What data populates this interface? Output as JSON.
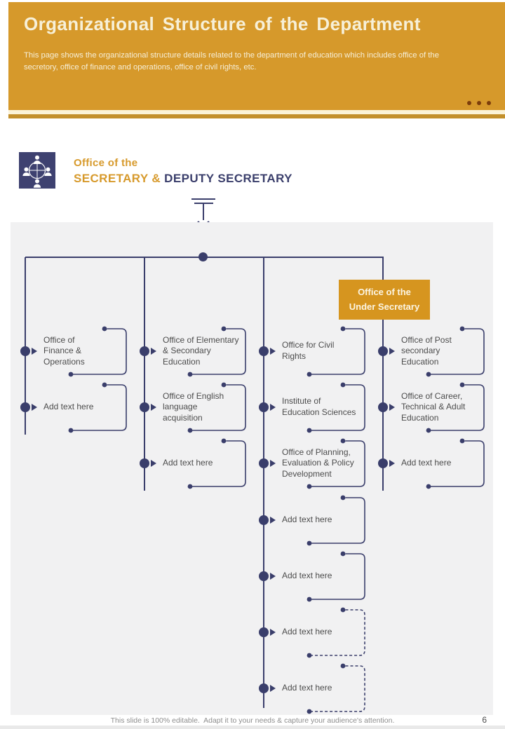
{
  "slide": {
    "header": {
      "title": "Organizational Structure of the Department",
      "subtitle": "This page shows the organizational structure details related to the department of education which includes office of the\nsecretory, office of finance and operations, office of civil rights, etc."
    },
    "branding": {
      "pre_title": "Office of the",
      "title_accent": "SECRETARY & ",
      "title_main": "DEPUTY SECRETARY",
      "logo_icon": "org-people-network-icon"
    },
    "under_secretary": {
      "label": "Office of the\nUnder Secretary"
    },
    "columns": [
      {
        "entries": [
          {
            "label": "Office of\nFinance &\nOperations"
          },
          {
            "label": "Add text here"
          }
        ]
      },
      {
        "entries": [
          {
            "label": "Office of Elementary\n& Secondary\nEducation"
          },
          {
            "label": "Office of English\nlanguage\nacquisition"
          },
          {
            "label": "Add text here"
          }
        ]
      },
      {
        "entries": [
          {
            "label": "Office for Civil\nRights"
          },
          {
            "label": "Institute of\nEducation Sciences"
          },
          {
            "label": "Office of Planning,\nEvaluation & Policy\nDevelopment"
          },
          {
            "label": "Add text here"
          },
          {
            "label": "Add text here"
          },
          {
            "label": "Add text here",
            "style": "dashed"
          },
          {
            "label": "Add text here",
            "style": "dashed"
          }
        ]
      },
      {
        "entries": [
          {
            "label": "Office of Post\nsecondary\nEducation"
          },
          {
            "label": "Office of Career,\nTechnical & Adult\nEducation"
          },
          {
            "label": "Add text here"
          }
        ]
      }
    ],
    "footer": {
      "note": "This slide is 100% editable.  Adapt it to your needs & capture your audience's attention.",
      "page_number": "6"
    },
    "colors": {
      "banner_orange": "#D6992B",
      "strip_gold": "#C3902C",
      "box_orange": "#D6951F",
      "navy": "#3A3E6B",
      "panel_gray": "#F1F1F2",
      "dots_brown": "#7C3D0B"
    }
  }
}
